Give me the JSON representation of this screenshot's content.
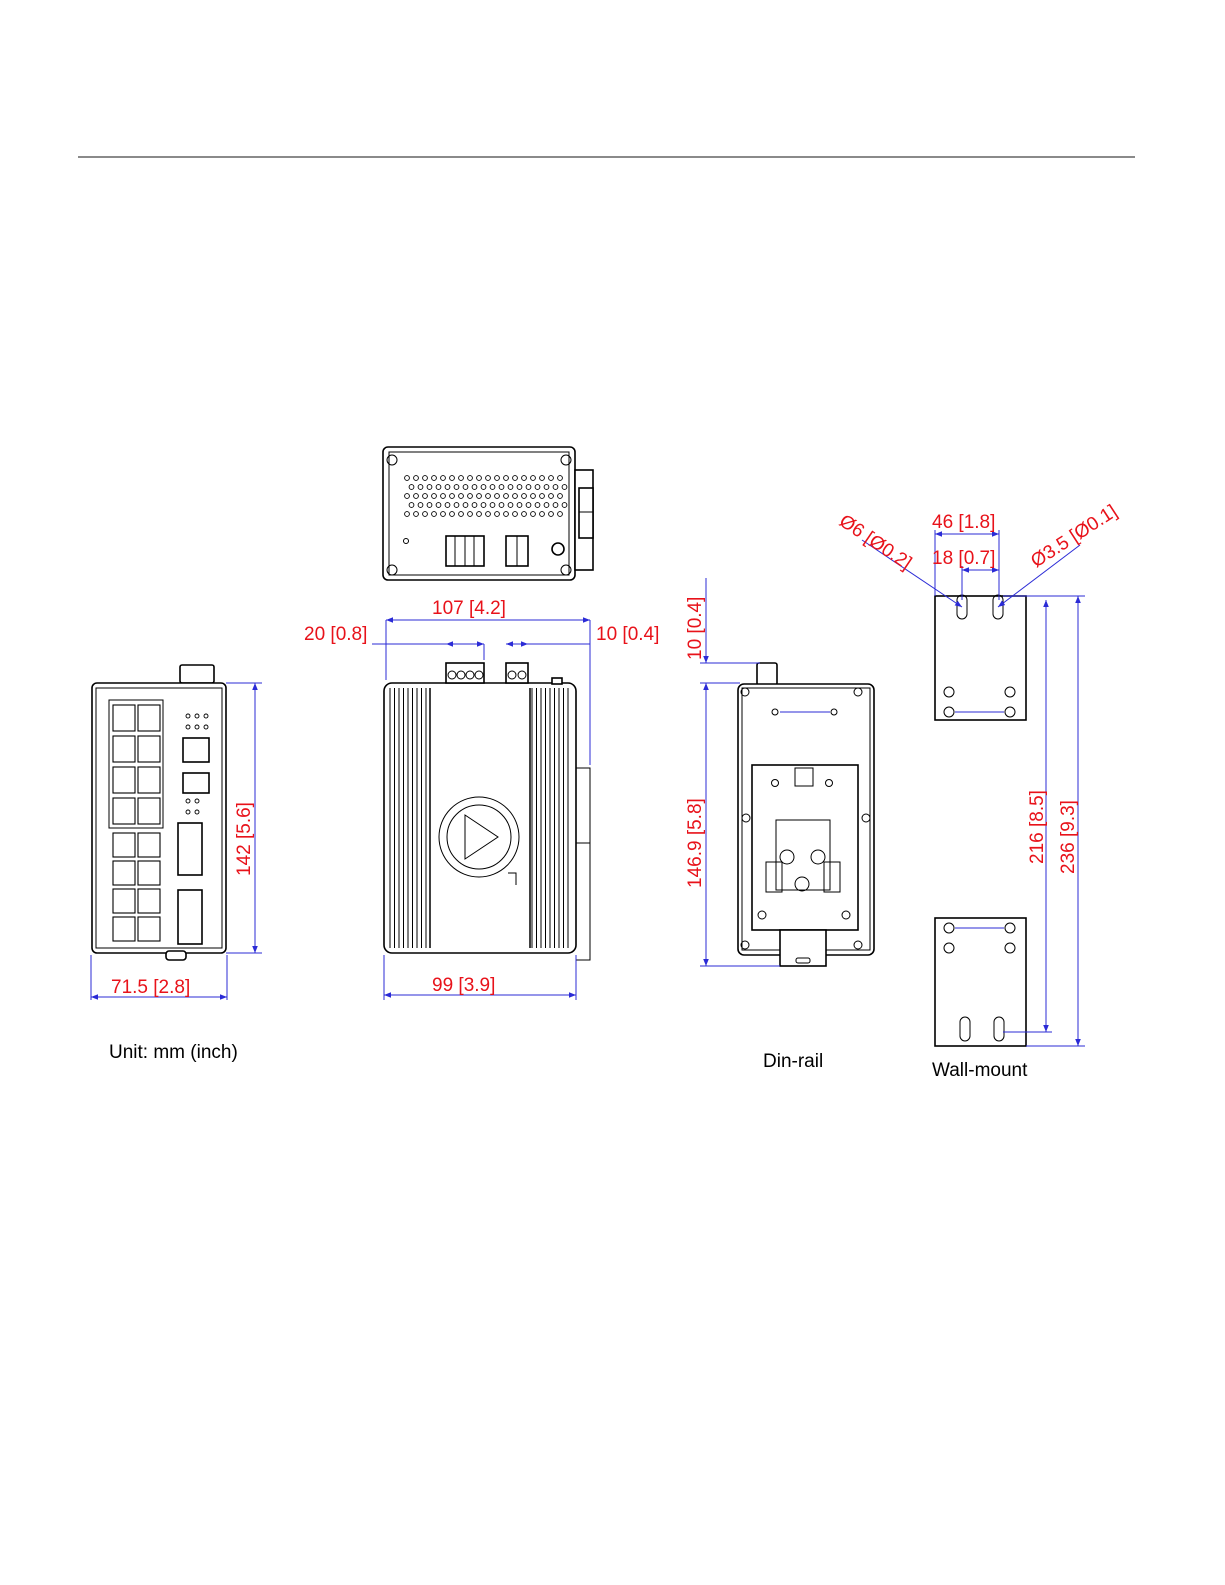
{
  "dimensions": {
    "top_width": "107 [4.2]",
    "left_offset": "20 [0.8]",
    "right_offset": "10 [0.4]",
    "front_width": "71.5 [2.8]",
    "front_height": "142 [5.6]",
    "side_depth": "99 [3.9]",
    "din_clip": "10 [0.4]",
    "din_height": "146.9 [5.8]",
    "wall_width": "46 [1.8]",
    "wall_slot": "18 [0.7]",
    "wall_hole_large": "Ø6 [Ø0.2]",
    "wall_hole_small": "Ø3.5 [Ø0.1]",
    "wall_height_inner": "216 [8.5]",
    "wall_height_outer": "236 [9.3]"
  },
  "captions": {
    "unit": "Unit: mm (inch)",
    "din_rail": "Din-rail",
    "wall_mount": "Wall-mount"
  },
  "colors": {
    "dimension_text": "#e8121a",
    "dimension_line": "#2b2bd6",
    "outline": "#000000",
    "rule": "#8a8a8a"
  }
}
